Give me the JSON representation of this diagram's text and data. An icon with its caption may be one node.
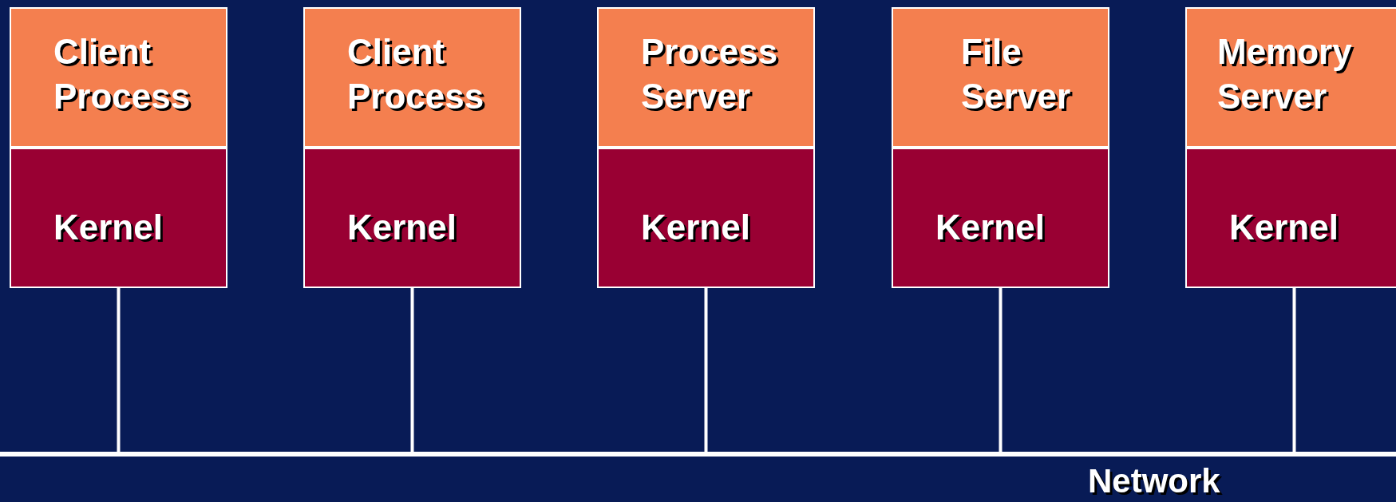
{
  "diagram": {
    "nodes": [
      {
        "text": [
          "Client Process"
        ]
      },
      {
        "text": [
          "Kernel"
        ]
      },
      {
        "text": [
          "Client Process"
        ]
      },
      {
        "text": [
          "Kernel"
        ]
      },
      {
        "text": [
          "Process Server"
        ]
      },
      {
        "text": [
          "Kernel"
        ]
      },
      {
        "text": [
          "File Server"
        ]
      },
      {
        "text": [
          "Kernel"
        ]
      },
      {
        "text": [
          "Memory Server"
        ]
      },
      {
        "text": [
          "Kernel"
        ]
      },
      {
        "text": [
          "Network"
        ]
      }
    ],
    "edges": [
      {
        "from": 1,
        "to": 10,
        "arrow": "none"
      },
      {
        "from": 3,
        "to": 10,
        "arrow": "none"
      },
      {
        "from": 5,
        "to": 10,
        "arrow": "none"
      },
      {
        "from": 7,
        "to": 10,
        "arrow": "none"
      },
      {
        "from": 9,
        "to": 10,
        "arrow": "none"
      }
    ]
  }
}
